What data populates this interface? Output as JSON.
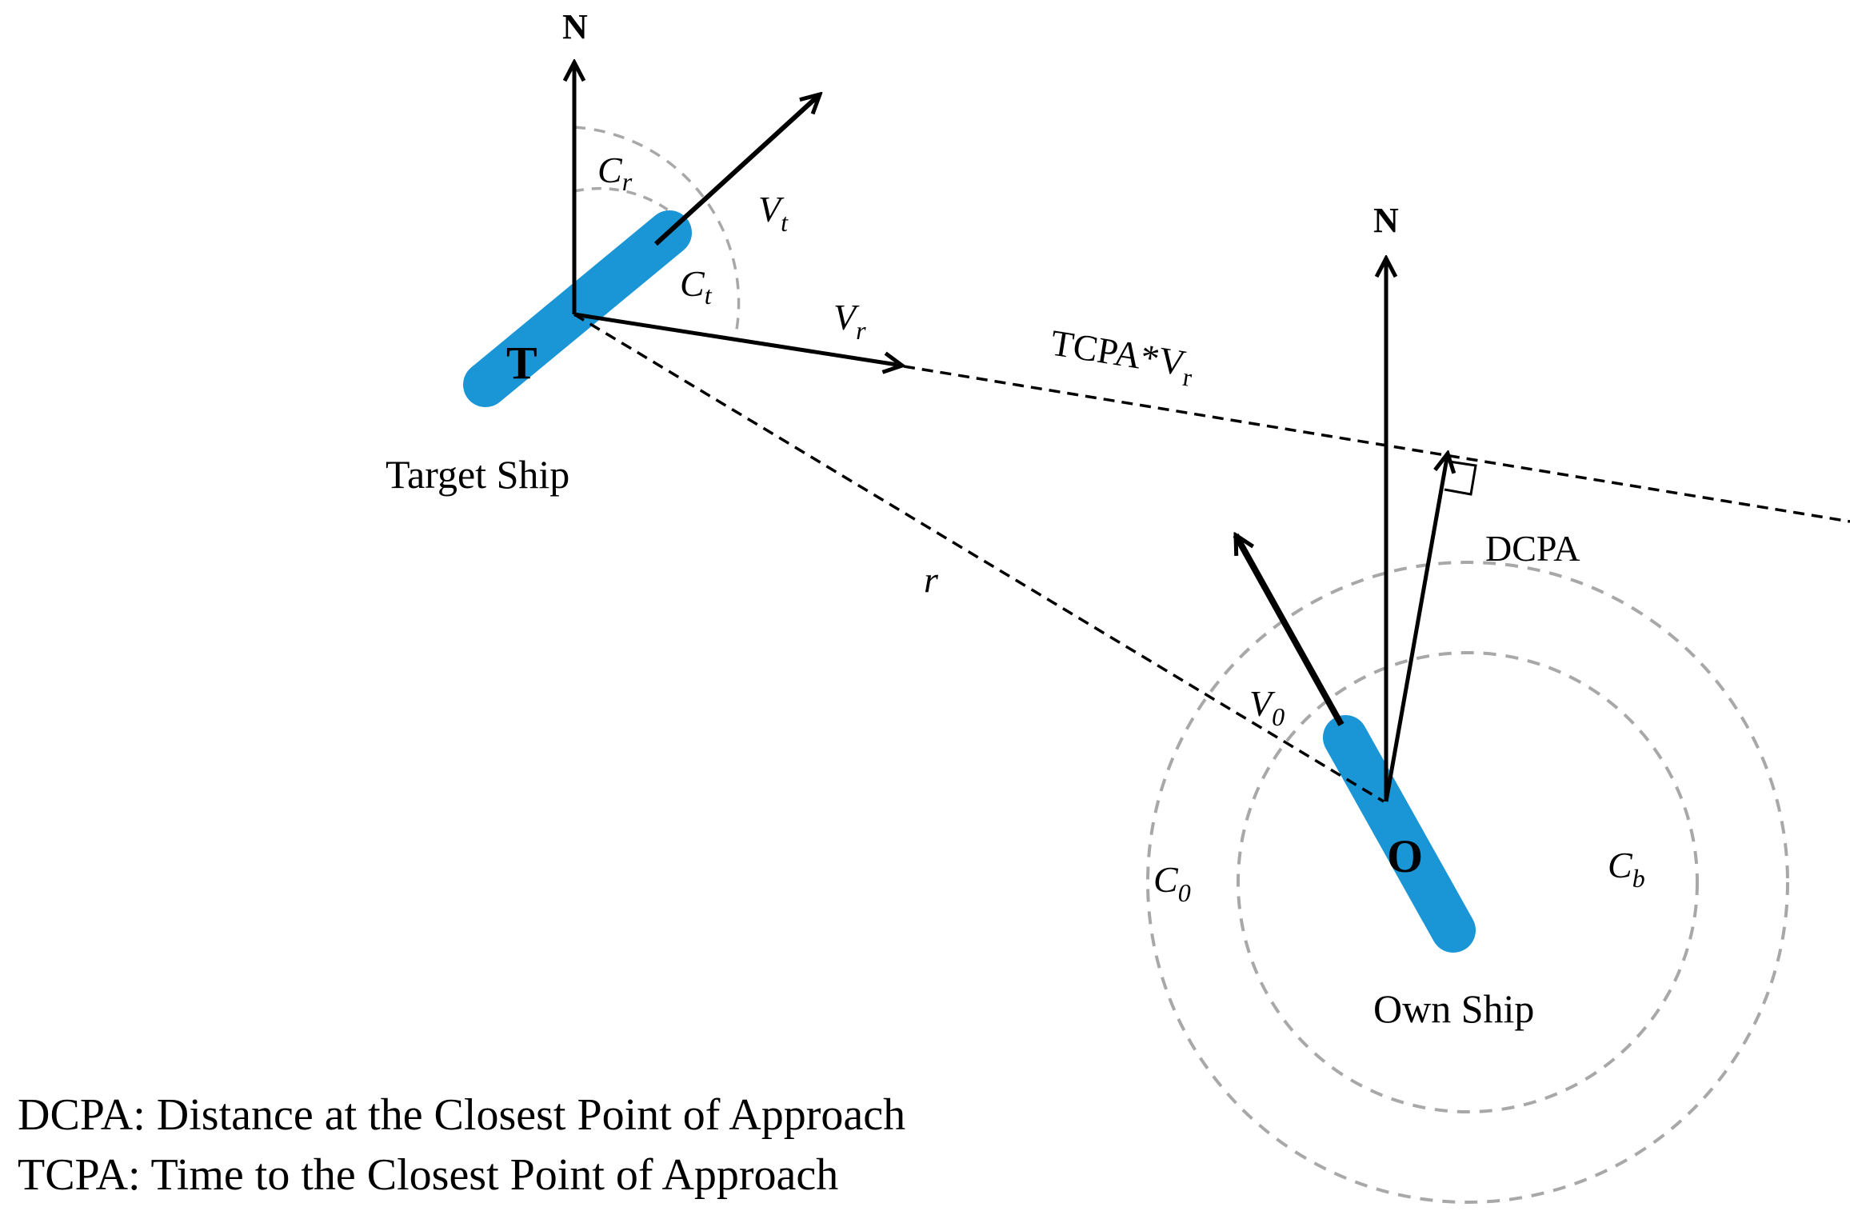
{
  "labels": {
    "target_n": "N",
    "own_n": "N",
    "target_letter": "T",
    "own_letter": "O",
    "target_ship": "Target Ship",
    "own_ship": "Own Ship",
    "cr_main": "C",
    "cr_sub": "r",
    "ct_main": "C",
    "ct_sub": "t",
    "vt_main": "V",
    "vt_sub": "t",
    "vr_main": "V",
    "vr_sub": "r",
    "tcpa_main": "TCPA*V",
    "tcpa_sub": "r",
    "r": "r",
    "dcpa": "DCPA",
    "v0_main": "V",
    "v0_sub": "0",
    "c0_main": "C",
    "c0_sub": "0",
    "cb_main": "C",
    "cb_sub": "b"
  },
  "legend": {
    "dcpa": "DCPA: Distance at the Closest Point of Approach",
    "tcpa": "TCPA: Time to the Closest Point of Approach"
  },
  "colors": {
    "ship": "#1a96d6",
    "dashed_circle": "#a8a8a8",
    "line": "#000000"
  }
}
